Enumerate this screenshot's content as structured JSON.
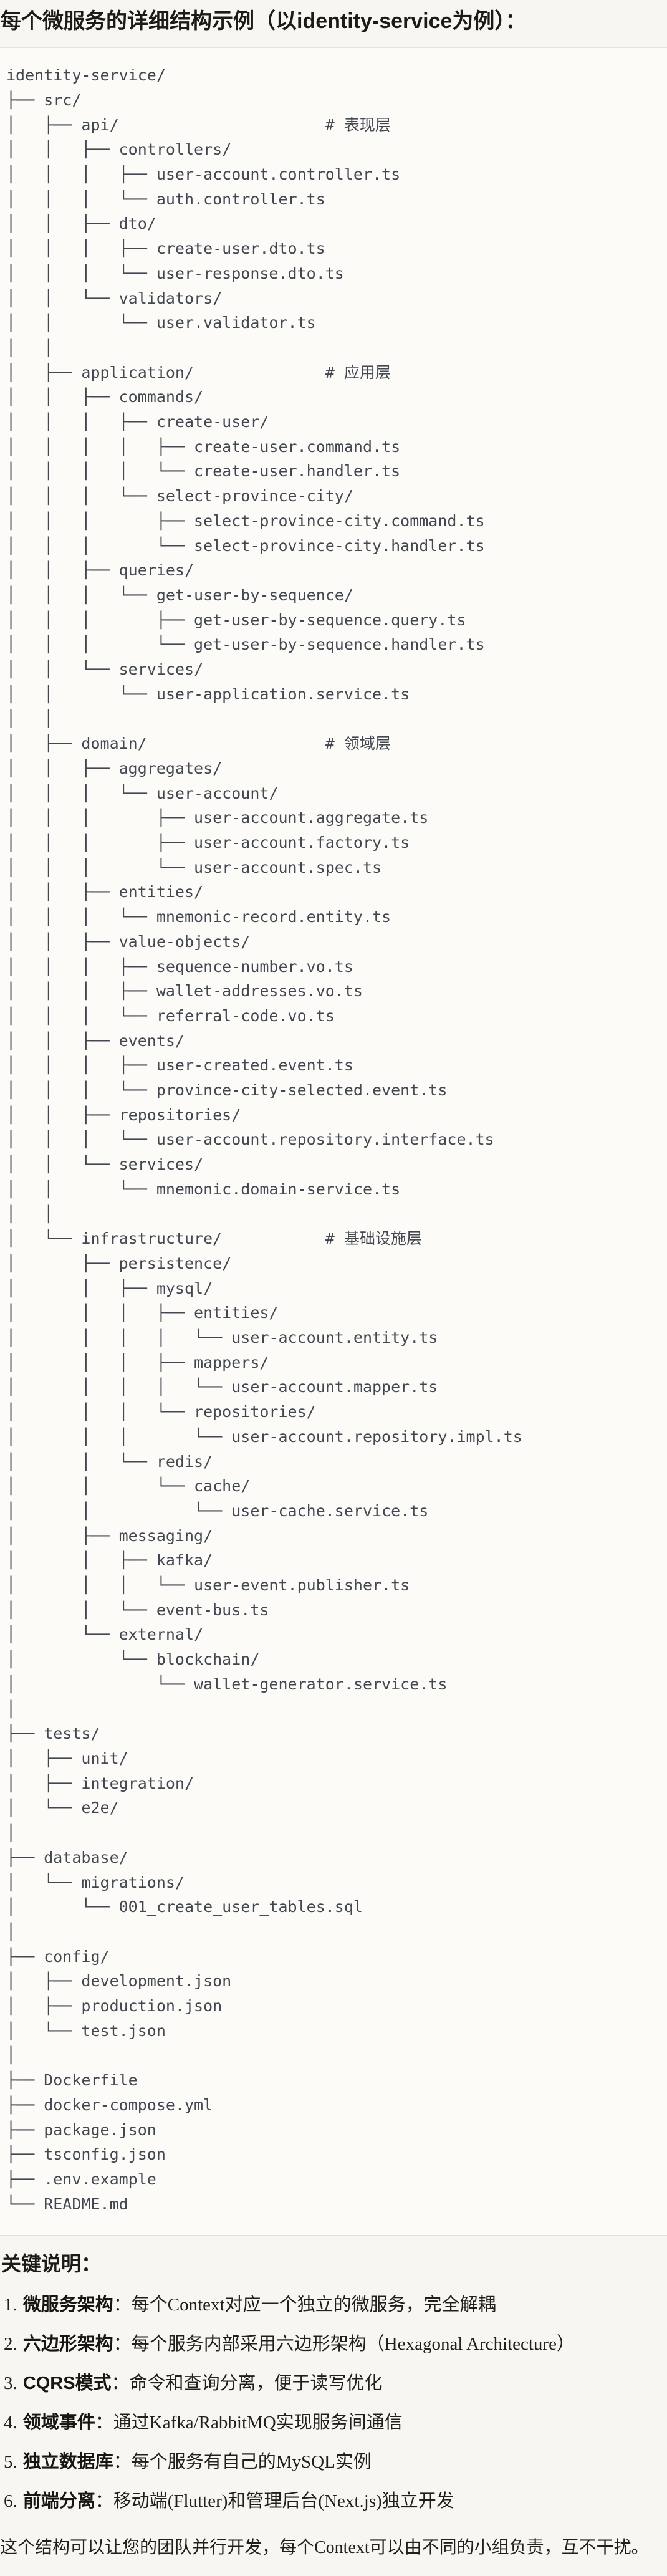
{
  "title": "每个微服务的详细结构示例（以identity-service为例）：",
  "colors": {
    "page_bg": "#f8f6f1",
    "code_bg": "#fcfbf8",
    "code_border": "#e3e1db",
    "tree_text": "#424751",
    "text": "#201f1b"
  },
  "tree": {
    "lines": [
      "identity-service/",
      "├── src/",
      "│   ├── api/                      # 表现层",
      "│   │   ├── controllers/",
      "│   │   │   ├── user-account.controller.ts",
      "│   │   │   └── auth.controller.ts",
      "│   │   ├── dto/",
      "│   │   │   ├── create-user.dto.ts",
      "│   │   │   └── user-response.dto.ts",
      "│   │   └── validators/",
      "│   │       └── user.validator.ts",
      "│   │",
      "│   ├── application/              # 应用层",
      "│   │   ├── commands/",
      "│   │   │   ├── create-user/",
      "│   │   │   │   ├── create-user.command.ts",
      "│   │   │   │   └── create-user.handler.ts",
      "│   │   │   └── select-province-city/",
      "│   │   │       ├── select-province-city.command.ts",
      "│   │   │       └── select-province-city.handler.ts",
      "│   │   ├── queries/",
      "│   │   │   └── get-user-by-sequence/",
      "│   │   │       ├── get-user-by-sequence.query.ts",
      "│   │   │       └── get-user-by-sequence.handler.ts",
      "│   │   └── services/",
      "│   │       └── user-application.service.ts",
      "│   │",
      "│   ├── domain/                   # 领域层",
      "│   │   ├── aggregates/",
      "│   │   │   └── user-account/",
      "│   │   │       ├── user-account.aggregate.ts",
      "│   │   │       ├── user-account.factory.ts",
      "│   │   │       └── user-account.spec.ts",
      "│   │   ├── entities/",
      "│   │   │   └── mnemonic-record.entity.ts",
      "│   │   ├── value-objects/",
      "│   │   │   ├── sequence-number.vo.ts",
      "│   │   │   ├── wallet-addresses.vo.ts",
      "│   │   │   └── referral-code.vo.ts",
      "│   │   ├── events/",
      "│   │   │   ├── user-created.event.ts",
      "│   │   │   └── province-city-selected.event.ts",
      "│   │   ├── repositories/",
      "│   │   │   └── user-account.repository.interface.ts",
      "│   │   └── services/",
      "│   │       └── mnemonic.domain-service.ts",
      "│   │",
      "│   └── infrastructure/           # 基础设施层",
      "│       ├── persistence/",
      "│       │   ├── mysql/",
      "│       │   │   ├── entities/",
      "│       │   │   │   └── user-account.entity.ts",
      "│       │   │   ├── mappers/",
      "│       │   │   │   └── user-account.mapper.ts",
      "│       │   │   └── repositories/",
      "│       │   │       └── user-account.repository.impl.ts",
      "│       │   └── redis/",
      "│       │       └── cache/",
      "│       │           └── user-cache.service.ts",
      "│       ├── messaging/",
      "│       │   ├── kafka/",
      "│       │   │   └── user-event.publisher.ts",
      "│       │   └── event-bus.ts",
      "│       └── external/",
      "│           └── blockchain/",
      "│               └── wallet-generator.service.ts",
      "│",
      "├── tests/",
      "│   ├── unit/",
      "│   ├── integration/",
      "│   └── e2e/",
      "│",
      "├── database/",
      "│   └── migrations/",
      "│       └── 001_create_user_tables.sql",
      "│",
      "├── config/",
      "│   ├── development.json",
      "│   ├── production.json",
      "│   └── test.json",
      "│",
      "├── Dockerfile",
      "├── docker-compose.yml",
      "├── package.json",
      "├── tsconfig.json",
      "├── .env.example",
      "└── README.md"
    ]
  },
  "notes": {
    "heading": "关键说明：",
    "items": [
      {
        "num": "1.",
        "term": "微服务架构",
        "desc": "：每个Context对应一个独立的微服务，完全解耦"
      },
      {
        "num": "2.",
        "term": "六边形架构",
        "desc": "：每个服务内部采用六边形架构（Hexagonal Architecture）"
      },
      {
        "num": "3.",
        "term": "CQRS模式",
        "desc": "：命令和查询分离，便于读写优化"
      },
      {
        "num": "4.",
        "term": "领域事件",
        "desc": "：通过Kafka/RabbitMQ实现服务间通信"
      },
      {
        "num": "5.",
        "term": "独立数据库",
        "desc": "：每个服务有自己的MySQL实例"
      },
      {
        "num": "6.",
        "term": "前端分离",
        "desc": "：移动端(Flutter)和管理后台(Next.js)独立开发"
      }
    ],
    "footer": "这个结构可以让您的团队并行开发，每个Context可以由不同的小组负责，互不干扰。"
  }
}
